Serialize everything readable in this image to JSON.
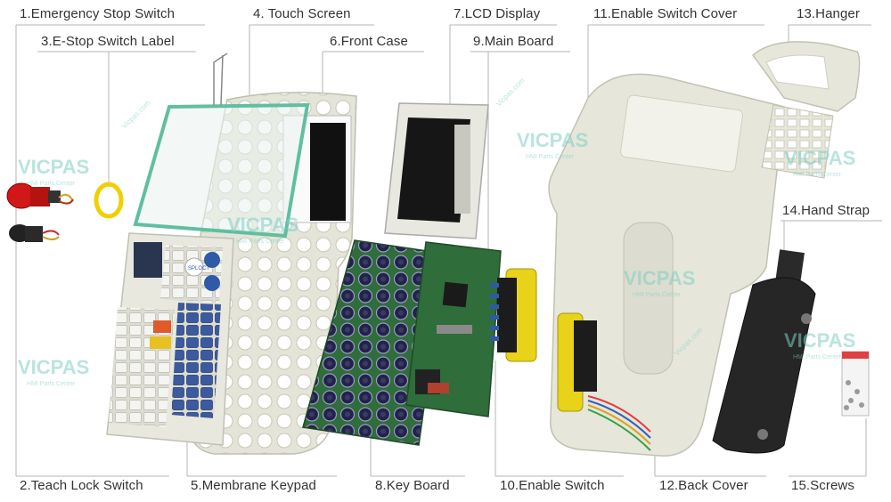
{
  "labels": {
    "l1": "1.Emergency Stop Switch",
    "l2": "2.Teach Lock Switch",
    "l3": "3.E-Stop Switch Label",
    "l4": "4. Touch Screen",
    "l5": "5.Membrane Keypad",
    "l6": "6.Front Case",
    "l7": "7.LCD Display",
    "l8": "8.Key Board",
    "l9": "9.Main Board",
    "l10": "10.Enable Switch",
    "l11": "11.Enable Switch Cover",
    "l12": "12.Back Cover",
    "l13": "13.Hanger",
    "l14": "14.Hand Strap",
    "l15": "15.Screws"
  },
  "watermark": {
    "brand": "VICPAS",
    "sub": "HMI Parts Center",
    "site": "Vicpas.com"
  },
  "keypad_logo": "SPLOCT",
  "colors": {
    "label_text": "#333333",
    "leader_line": "#b5b5b5",
    "watermark": "#7fcfc4",
    "case_plastic": "#e6e6da",
    "pcb_green": "#2f6d3a",
    "enable_yellow": "#e8d21a",
    "estop_red": "#d01818",
    "strap_black": "#222222"
  }
}
